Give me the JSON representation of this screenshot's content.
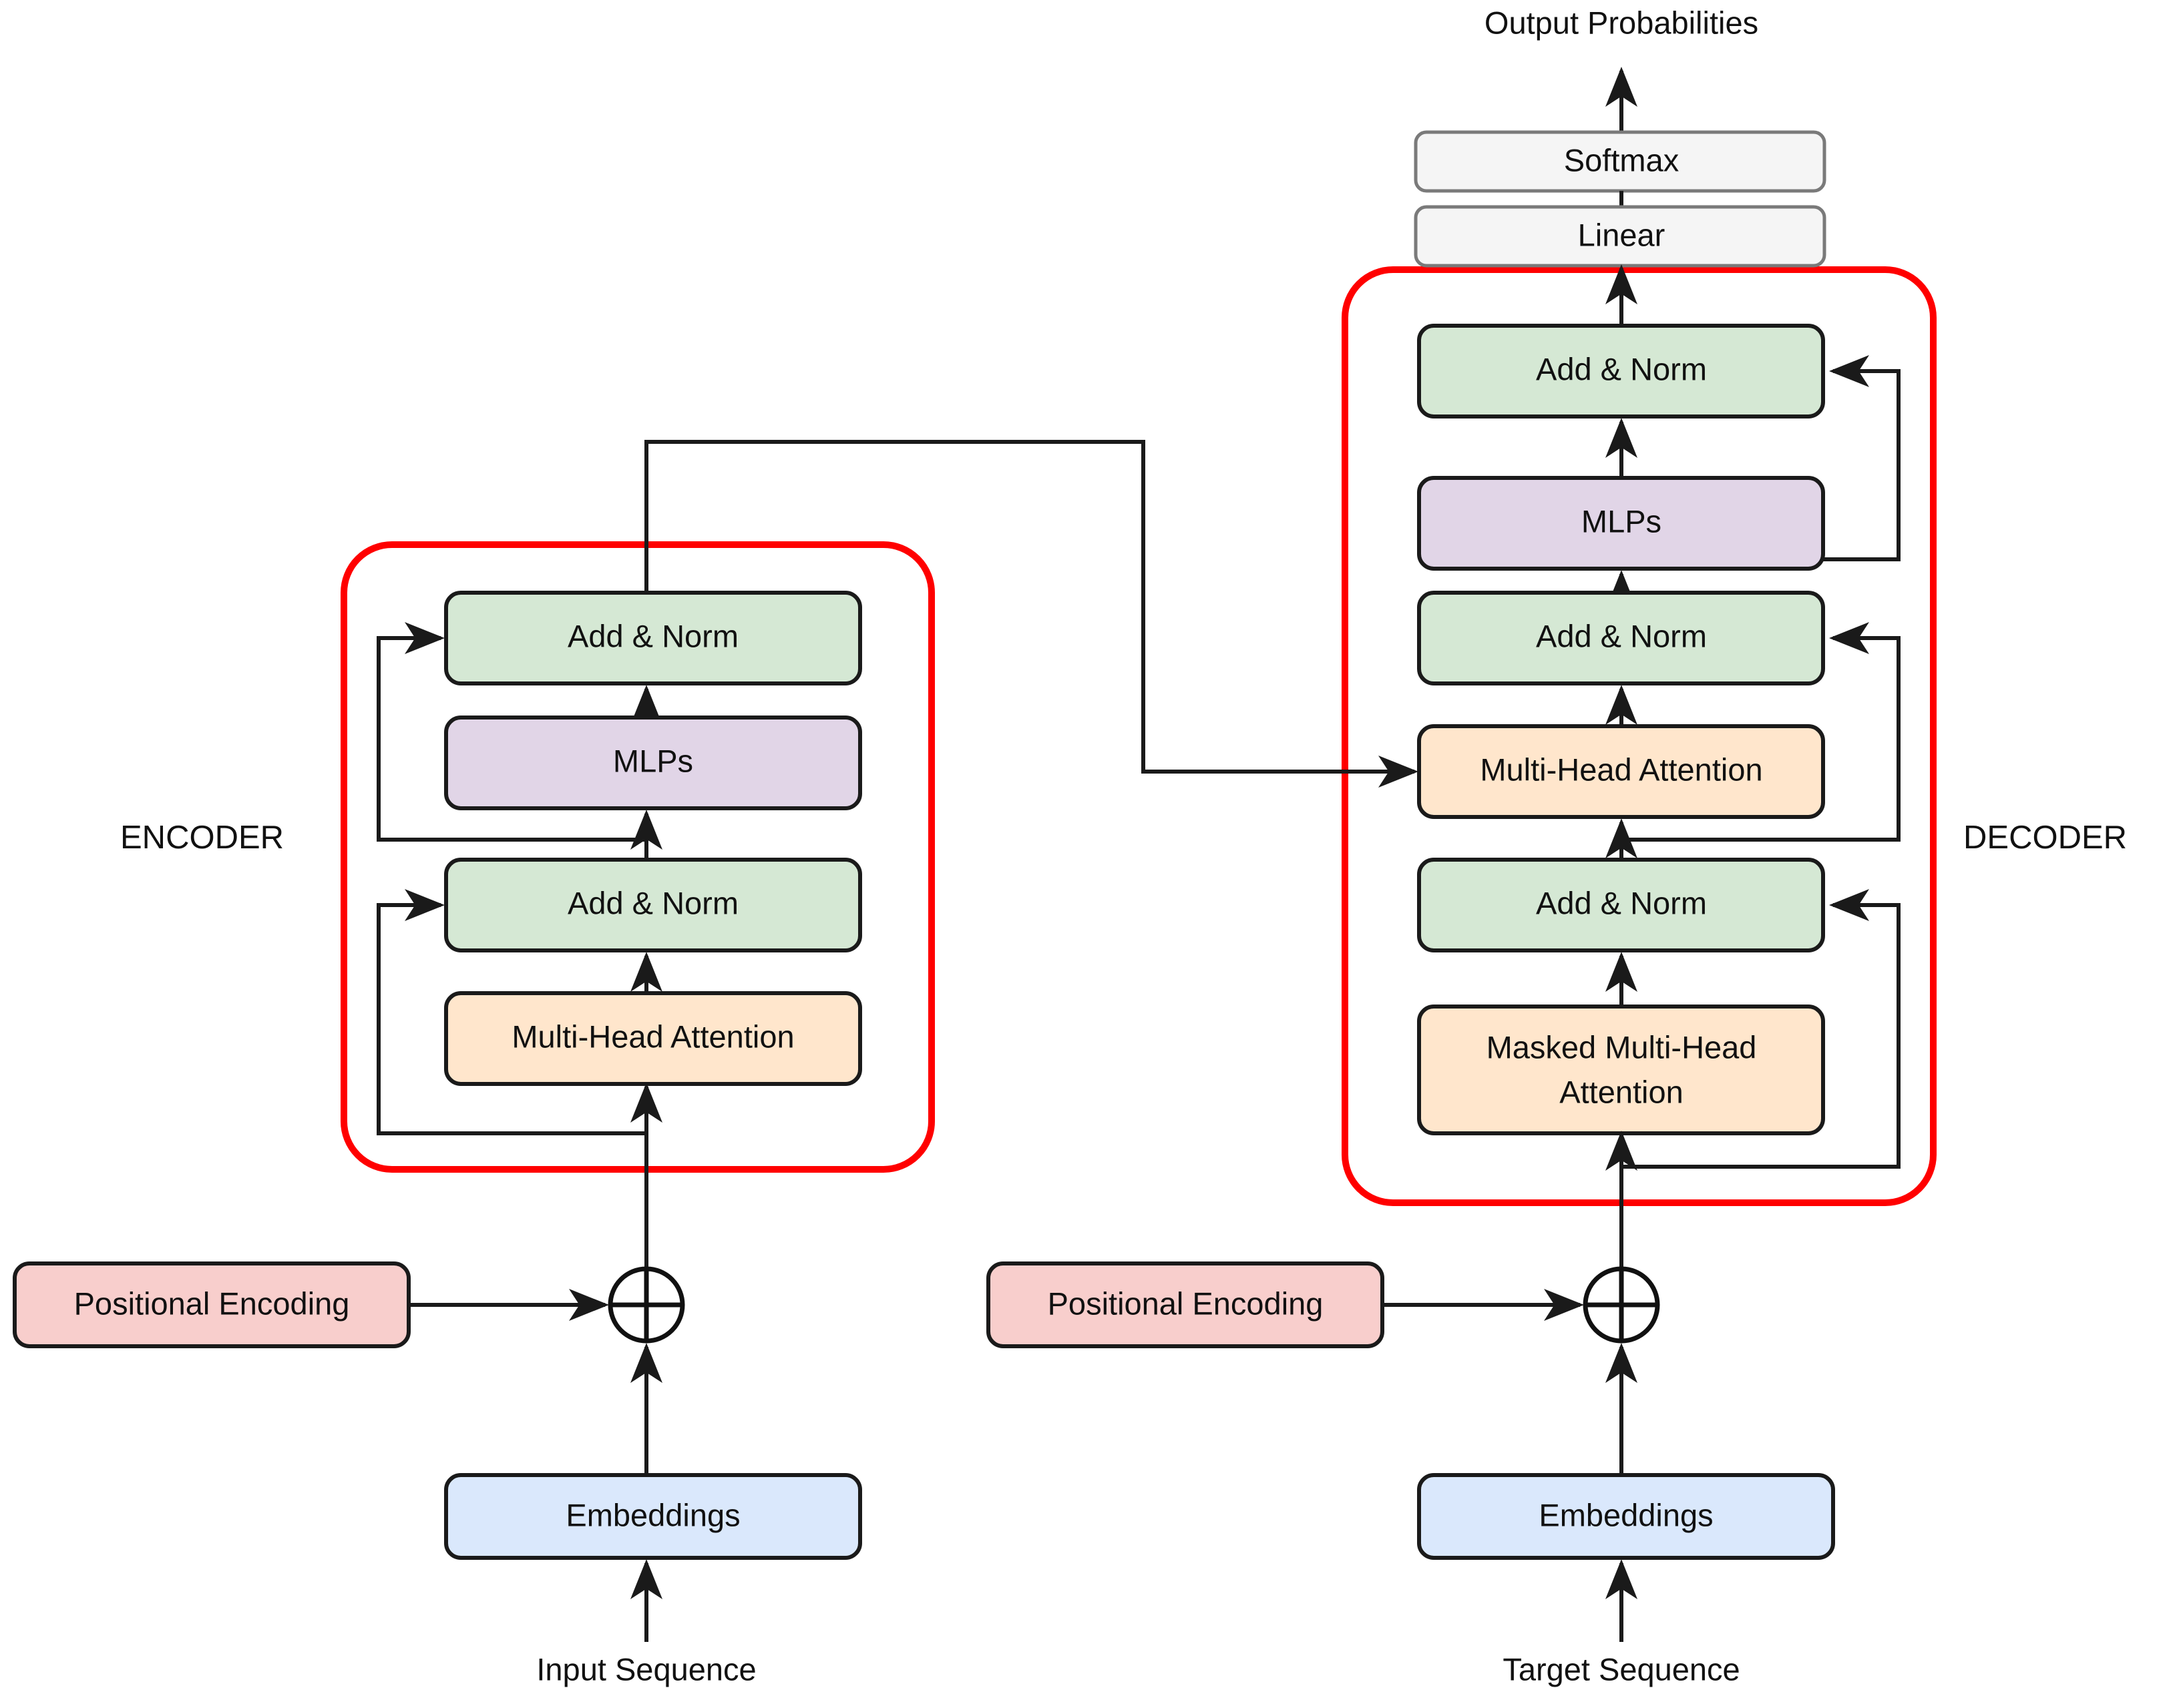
{
  "diagram": {
    "title": "Transformer Encoder-Decoder Architecture",
    "accent_group_color": "#ff0000",
    "palette": {
      "add_norm": "#d5e8d4",
      "mlp": "#e1d5e7",
      "attention": "#ffe6cc",
      "embedding": "#dae8fc",
      "positional": "#f8cecc",
      "plain": "#f5f5f5",
      "line": "#1a1a1a"
    }
  },
  "labels": {
    "output_probabilities": "Output Probabilities",
    "encoder": "ENCODER",
    "decoder": "DECODER",
    "input_sequence": "Input Sequence",
    "target_sequence": "Target Sequence"
  },
  "head": {
    "softmax": "Softmax",
    "linear": "Linear"
  },
  "encoder": {
    "add_norm_top": "Add & Norm",
    "mlps": "MLPs",
    "add_norm_bottom": "Add & Norm",
    "multi_head_attention": "Multi-Head Attention",
    "positional_encoding": "Positional Encoding",
    "embeddings": "Embeddings"
  },
  "decoder": {
    "add_norm_top": "Add & Norm",
    "mlps": "MLPs",
    "add_norm_mid": "Add & Norm",
    "multi_head_attention": "Multi-Head Attention",
    "add_norm_bottom": "Add & Norm",
    "masked_multi_head_attention_line1": "Masked Multi-Head",
    "masked_multi_head_attention_line2": "Attention",
    "positional_encoding": "Positional Encoding",
    "embeddings": "Embeddings"
  }
}
